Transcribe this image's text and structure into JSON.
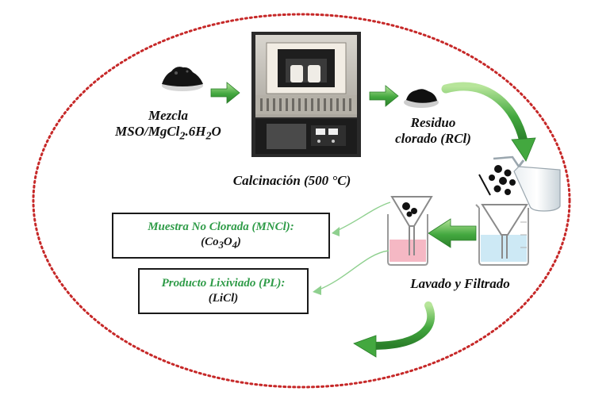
{
  "labels": {
    "mixture_line1": "Mezcla",
    "mixture_line2_prefix": "MSO/MgCl",
    "mixture_sub_2": "2",
    "mixture_line2_mid": ".6H",
    "mixture_sub_h2": "2",
    "mixture_line2_suffix": "O",
    "residue_line1": "Residuo",
    "residue_line2": "clorado (RCl)",
    "calcination": "Calcinación (500 °C)",
    "washing": "Lavado y Filtrado"
  },
  "boxes": {
    "mncl_title": "Muestra No Clorada (MNCl):",
    "mncl_formula_open": "(Co",
    "mncl_sub_3": "3",
    "mncl_formula_o": "O",
    "mncl_sub_4": "4",
    "mncl_formula_close": ")",
    "pl_title": "Producto Lixiviado (PL):",
    "pl_formula": "(LiCl)"
  },
  "colors": {
    "cycle_border": "#c62828",
    "arrow_green": "#43a83f",
    "box_title_green": "#2e9b47",
    "residue_black": "#111111",
    "pink_liquid": "#f5b8c4",
    "blue_liquid": "#cde9f5"
  }
}
